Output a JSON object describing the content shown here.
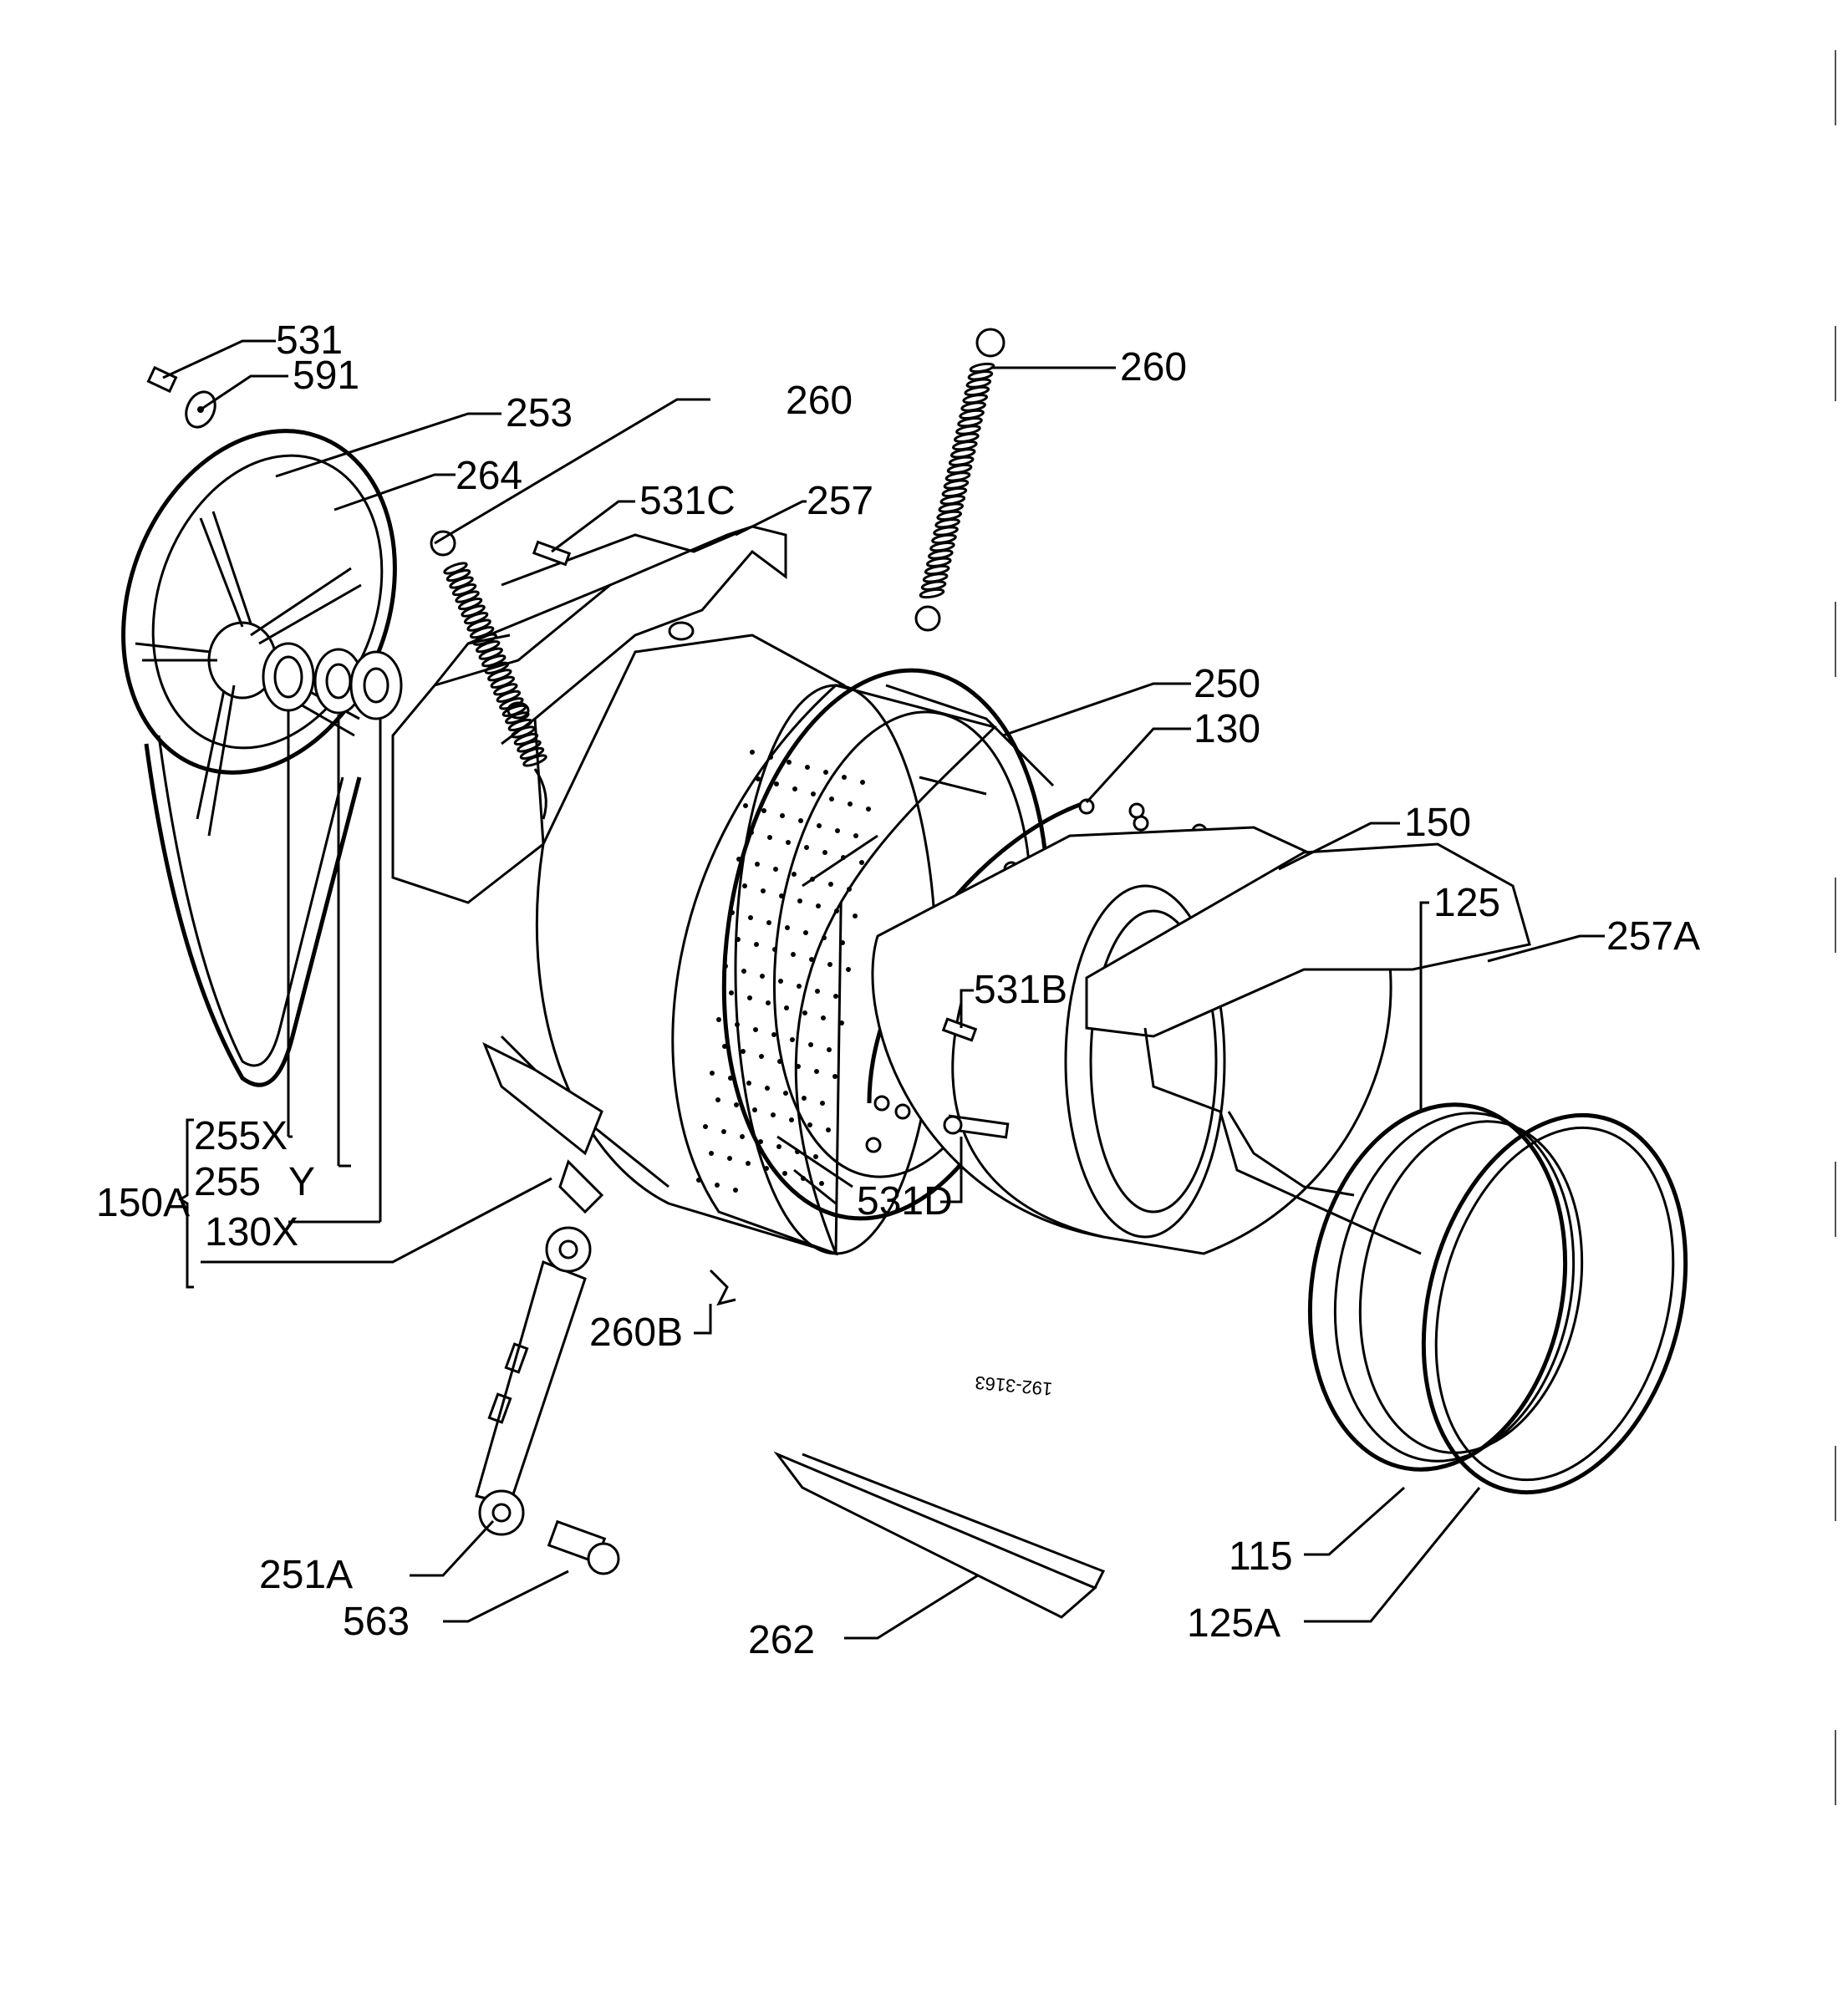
{
  "diagram": {
    "labels": {
      "p531": "531",
      "p591": "591",
      "p253": "253",
      "p264": "264",
      "p260_left": "260",
      "p260_right": "260",
      "p531C": "531C",
      "p257": "257",
      "p250": "250",
      "p130": "130",
      "p150": "150",
      "p125": "125",
      "p257A": "257A",
      "p531B": "531B",
      "p531D": "531D",
      "p255X": "255X",
      "p255": "255",
      "pY": "Y",
      "p150A": "150A",
      "p130X": "130X",
      "p260B": "260B",
      "p251A": "251A",
      "p563": "563",
      "p262": "262",
      "p115": "115",
      "p125A": "125A"
    },
    "drawing_code": "192-3163"
  }
}
